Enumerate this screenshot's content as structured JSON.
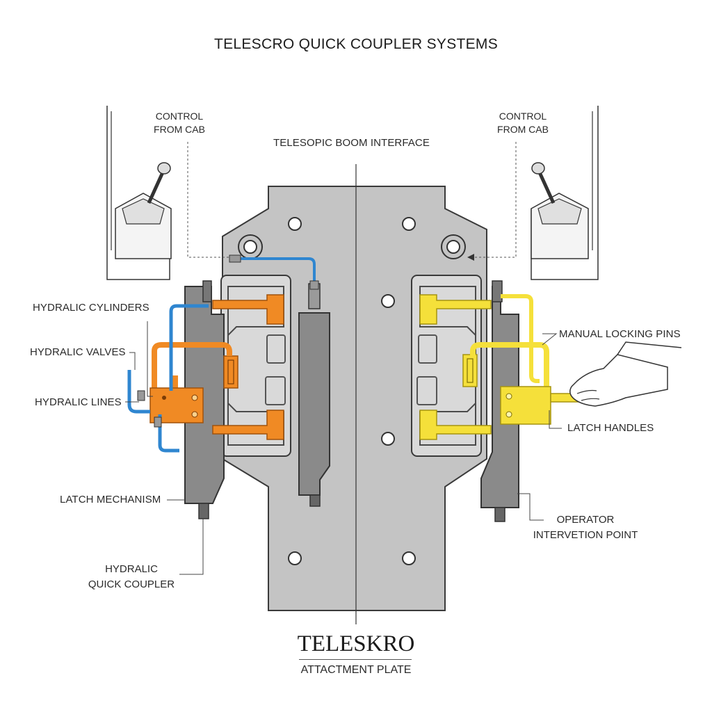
{
  "title": "TELESCRO QUICK COUPLER SYSTEMS",
  "labels": {
    "control_left_1": "CONTROL",
    "control_left_2": "FROM CAB",
    "control_right_1": "CONTROL",
    "control_right_2": "FROM CAB",
    "boom_interface": "TELESOPIC BOOM INTERFACE",
    "hydraulic_cylinders": "HYDRALIC CYLINDERS",
    "hydraulic_valves": "HYDRALIC VALVES",
    "hydraulic_lines": "HYDRALIC LINES",
    "latch_mechanism": "LATCH MECHANISM",
    "quick_coupler_1": "HYDRALIC",
    "quick_coupler_2": "QUICK COUPLER",
    "manual_locking_pins": "MANUAL LOCKING PINS",
    "latch_handles": "LATCH HANDLES",
    "operator_1": "OPERATOR",
    "operator_2": "INTERVETION POINT"
  },
  "brand": {
    "name": "TELESKRO",
    "subtitle": "ATTACTMENT PLATE"
  },
  "colors": {
    "plate": "#c2c2c2",
    "rail": "#858585",
    "hydraulic_orange": "#f08a24",
    "manual_yellow": "#f5e03a",
    "line_blue": "#2f86d0",
    "outline": "#3a3a3a"
  }
}
